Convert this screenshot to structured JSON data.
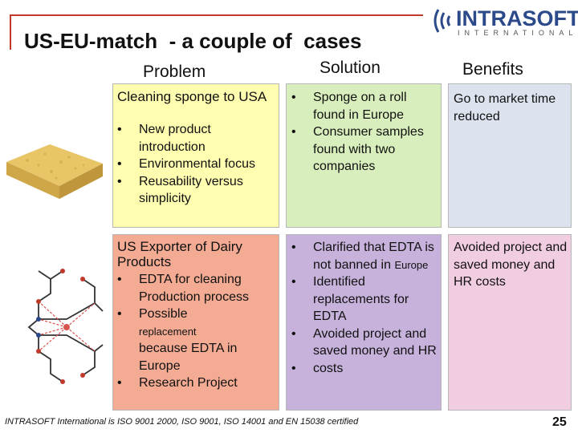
{
  "slide": {
    "title": "US-EU-match  - a couple of  cases",
    "logo": {
      "text": "INTRASOFT",
      "sub": "INTERNATIONAL"
    },
    "columns": {
      "problem": "Problem",
      "solution": "Solution",
      "benefits": "Benefits"
    },
    "cases": [
      {
        "problem_title": "Cleaning sponge to USA",
        "problem_bullets": [
          "New product introduction",
          "Environmental focus",
          "Reusability versus simplicity"
        ],
        "solution_bullets": [
          "Sponge on a roll found in Europe",
          "Consumer samples found with two companies"
        ],
        "benefit": "Go to market time reduced"
      },
      {
        "problem_title": "US Exporter of Dairy Products",
        "problem_bullets": [
          "EDTA for cleaning Production process",
          "Possible",
          "replacement",
          "because EDTA in Europe",
          "Research Project"
        ],
        "solution_bullets": [
          "Clarified that EDTA is not banned in",
          "Europe",
          "Identified replacements for EDTA",
          "Avoided project and saved money and HR",
          "costs"
        ],
        "benefit": "Avoided project and saved money and HR costs"
      }
    ],
    "footer": "INTRASOFT International is ISO 9001 2000, ISO 9001, ISO 14001 and EN 15038 certified",
    "page_number": "25",
    "bullet_char": "•"
  }
}
